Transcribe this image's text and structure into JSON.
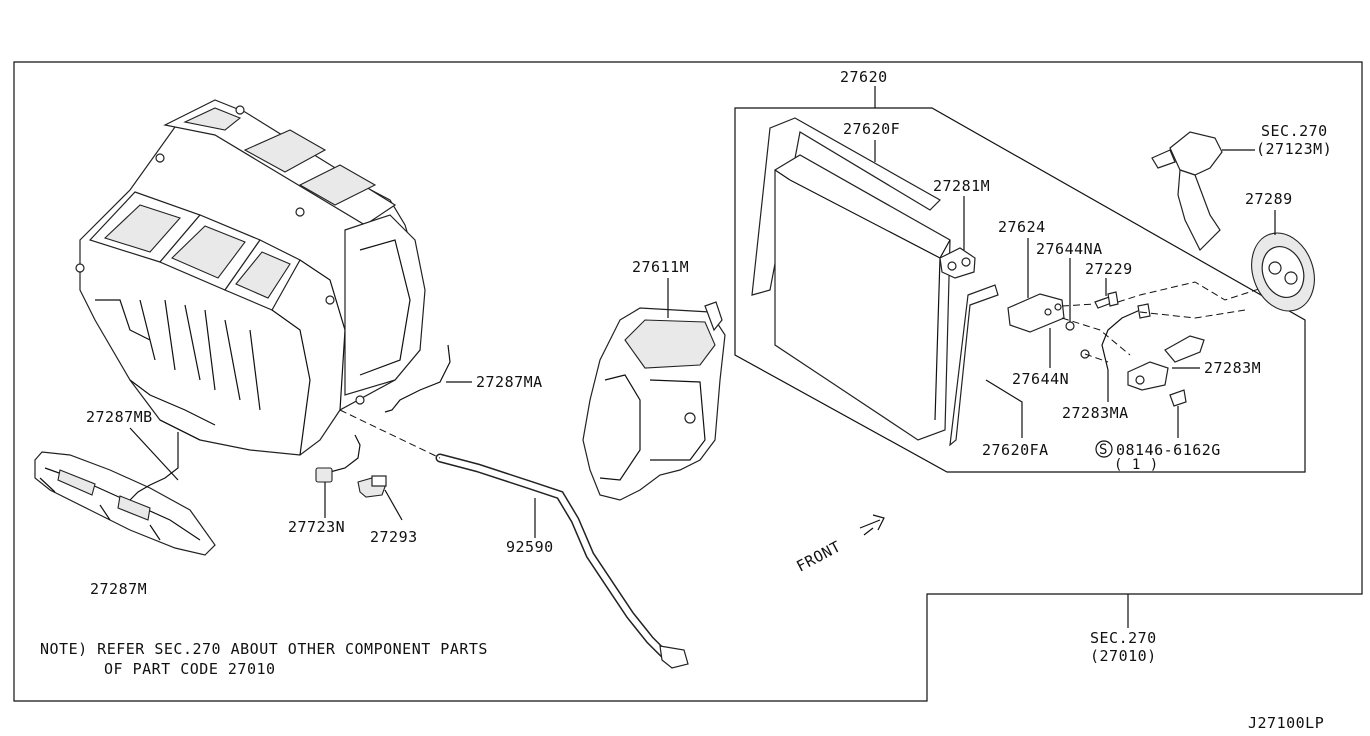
{
  "diagram_id": "J27100LP",
  "note": {
    "line1": "NOTE) REFER SEC.270 ABOUT OTHER COMPONENT PARTS",
    "line2": "OF PART CODE 27010"
  },
  "sec_refs": {
    "upper_sec": "SEC.270",
    "upper_code": "(27123M)",
    "lower_sec": "SEC.270",
    "lower_code": "(27010)"
  },
  "front_label": "FRONT",
  "parts": {
    "p27620": "27620",
    "p27620F": "27620F",
    "p27281M": "27281M",
    "p27624": "27624",
    "p27644NA": "27644NA",
    "p27229": "27229",
    "p27289": "27289",
    "p27283M": "27283M",
    "p27644N": "27644N",
    "p27283MA": "27283MA",
    "p27620FA": "27620FA",
    "bolt": "08146-6162G",
    "bolt_qty": "( 1 )",
    "bolt_symbol": "S",
    "p27611M": "27611M",
    "p27287MA": "27287MA",
    "p27287MB": "27287MB",
    "p27287M": "27287M",
    "p27723N": "27723N",
    "p27293": "27293",
    "p92590": "92590"
  }
}
